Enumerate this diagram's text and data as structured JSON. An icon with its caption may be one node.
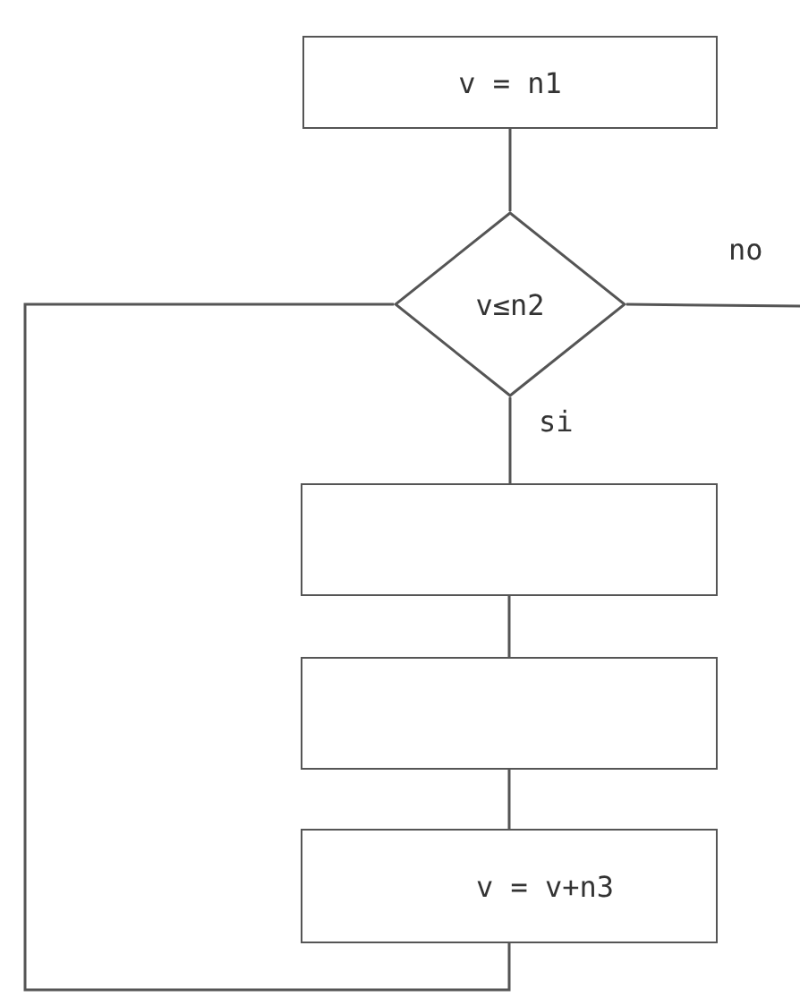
{
  "diagram": {
    "nodes": [
      {
        "text": [
          "v = n1"
        ]
      },
      {
        "text": [
          "v≤n2"
        ]
      },
      {
        "text": [],
        "shape": "box"
      },
      {
        "text": [],
        "shape": "box"
      },
      {
        "text": [
          "v = v+n3"
        ]
      }
    ],
    "edges": [
      {
        "from": 0,
        "to": 1,
        "arrow": "none"
      },
      {
        "from": 1,
        "to": 2,
        "arrow": "none",
        "label": "si"
      },
      {
        "from": 2,
        "to": 3,
        "arrow": "none"
      },
      {
        "from": 3,
        "to": 4,
        "arrow": "none"
      },
      {
        "from": 4,
        "to": 1,
        "arrow": "none"
      },
      {
        "from": 1,
        "to": null,
        "arrow": "none",
        "label": "no"
      }
    ]
  }
}
